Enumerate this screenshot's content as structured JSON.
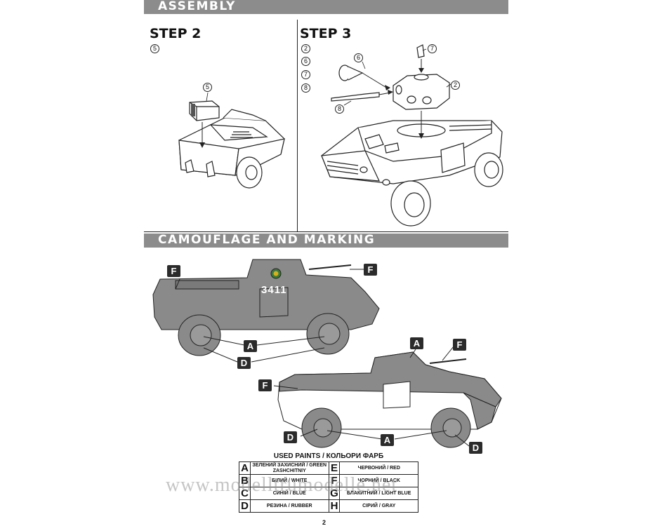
{
  "sections": {
    "assembly": "ASSEMBLY",
    "camouflage": "CAMOUFLAGE AND MARKING"
  },
  "step2": {
    "title": "STEP 2",
    "parts": [
      "5"
    ],
    "callouts": [
      "5"
    ]
  },
  "step3": {
    "title": "STEP 3",
    "parts": [
      "2",
      "6",
      "7",
      "8"
    ],
    "callouts": [
      "6",
      "7",
      "2",
      "8"
    ]
  },
  "vehicle": {
    "tactical_number": "3411"
  },
  "color_tags": {
    "side_view": [
      "F",
      "F",
      "A",
      "D"
    ],
    "three_quarter_view": [
      "A",
      "F",
      "F",
      "D",
      "A",
      "D"
    ]
  },
  "paints": {
    "title": "USED PAINTS / КОЛЬОРИ ФАРБ",
    "rows": [
      {
        "left_letter": "A",
        "left_name": "ЗЕЛЕНИЙ ЗАХИСНИЙ / GREEN ZASHCHITNIY",
        "right_letter": "E",
        "right_name": "ЧЕРВОНИЙ / RED"
      },
      {
        "left_letter": "B",
        "left_name": "БІЛИЙ / WHITE",
        "right_letter": "F",
        "right_name": "ЧОРНИЙ / BLACK"
      },
      {
        "left_letter": "C",
        "left_name": "СИНІЙ / BLUE",
        "right_letter": "G",
        "right_name": "БЛАКИТНИЙ / LIGHT BLUE"
      },
      {
        "left_letter": "D",
        "left_name": "РЕЗИНА / RUBBER",
        "right_letter": "H",
        "right_name": "СІРИЙ / GRAY"
      }
    ]
  },
  "watermark": "www.modelltrumodelle.net",
  "page_number": "2",
  "colors": {
    "header_bar": "#8c8c8c",
    "vehicle_green": "#8a8a8a",
    "tag_bg": "#2b2b2b"
  }
}
